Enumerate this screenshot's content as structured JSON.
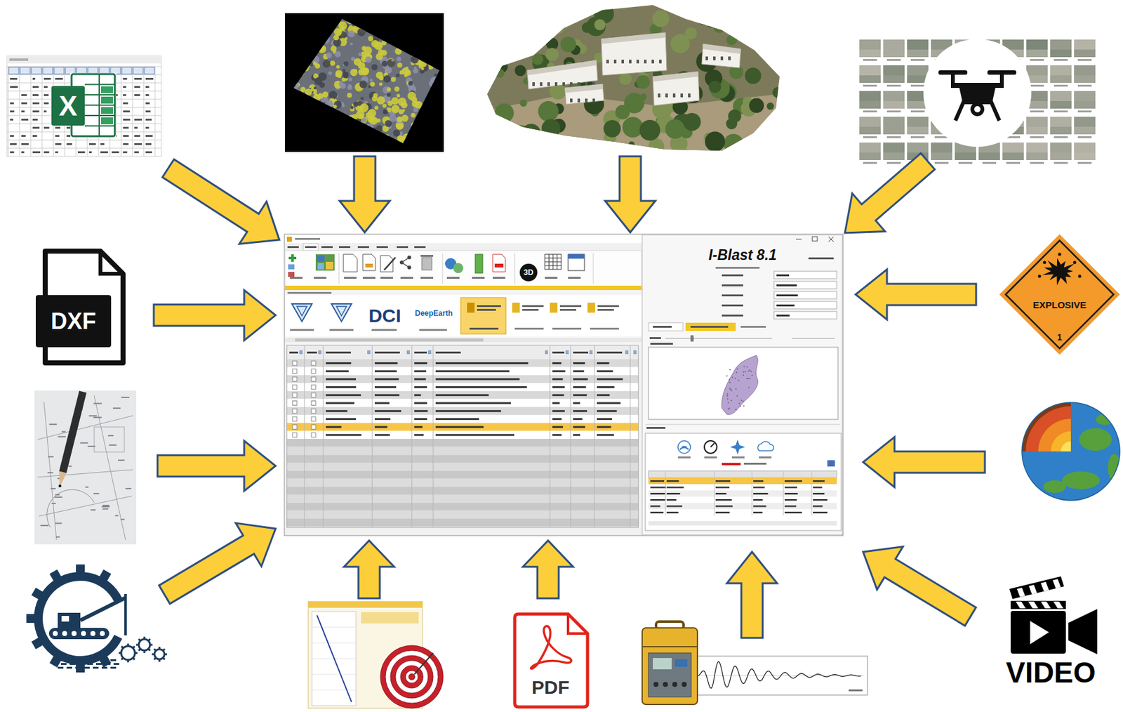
{
  "diagram": {
    "nodes": [
      {
        "text": [
          "X"
        ]
      },
      {
        "text": [
          "DXF"
        ]
      },
      {
        "text": [
          "I-Blast 8.1"
        ]
      },
      {
        "text": [
          "EXPLOSIVE",
          "1"
        ]
      },
      {
        "text": [
          "PDF"
        ]
      },
      {
        "text": [
          "VIDEO"
        ]
      }
    ],
    "edges": [
      {
        "from": 0,
        "to": 2,
        "arrow": "to"
      },
      {
        "from": 1,
        "to": 2,
        "arrow": "to"
      },
      {
        "from": 3,
        "to": 2,
        "arrow": "to"
      },
      {
        "from": 4,
        "to": 2,
        "arrow": "to"
      },
      {
        "from": 5,
        "to": 2,
        "arrow": "to"
      }
    ],
    "labels": [
      "DCI",
      "DeepEarth",
      "3D"
    ]
  }
}
